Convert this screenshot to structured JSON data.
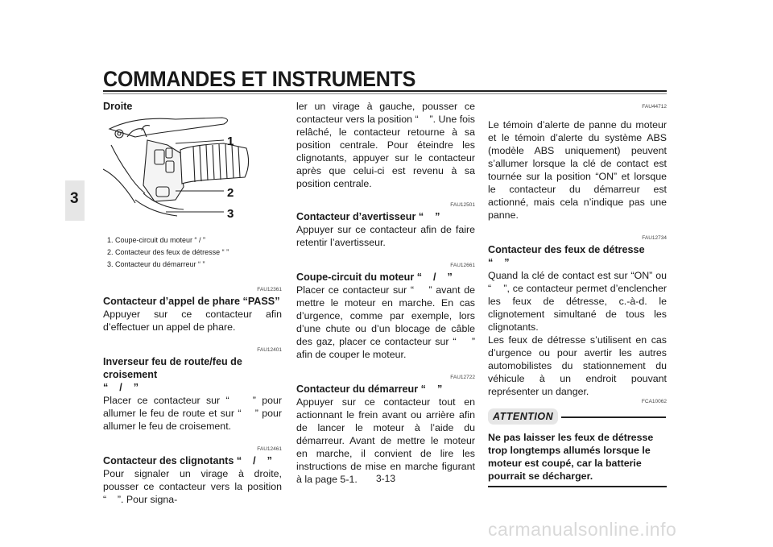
{
  "header": {
    "title": "COMMANDES ET INSTRUMENTS",
    "chapter_tab": "3"
  },
  "figure": {
    "heading": "Droite",
    "callouts": [
      "1",
      "2",
      "3"
    ],
    "captions": [
      "1. Coupe-circuit du moteur “ / ”",
      "2. Contacteur des feux de détresse “ ”",
      "3. Contacteur du démarreur “ ”"
    ]
  },
  "col1": {
    "s1_code": "FAU12361",
    "s1_title": "Contacteur d’appel de phare “PASS”",
    "s1_text": "Appuyer sur ce contacteur afin d’effectuer un appel de phare.",
    "s2_code": "FAU12401",
    "s2_title_a": "Inverseur feu de route/feu de croisement",
    "s2_title_b": "“    /    ”",
    "s2_text": "Placer ce contacteur sur “    ” pour allumer le feu de route et sur “    ” pour allumer le feu de croisement.",
    "s3_code": "FAU12461",
    "s3_title": "Contacteur des clignotants “    /    ”",
    "s3_text": "Pour signaler un virage à droite, pousser ce contacteur vers la position “    ”. Pour signa-"
  },
  "col2": {
    "cont_text": "ler un virage à gauche, pousser ce contacteur vers la position “    ”. Une fois relâché, le contacteur retourne à sa position centrale. Pour éteindre les clignotants, appuyer sur le contacteur après que celui-ci est revenu à sa position centrale.",
    "s1_code": "FAU12501",
    "s1_title": "Contacteur d’avertisseur “    ”",
    "s1_text": "Appuyer sur ce contacteur afin de faire retentir l’avertisseur.",
    "s2_code": "FAU12661",
    "s2_title": "Coupe-circuit du moteur “    /    ”",
    "s2_text": "Placer ce contacteur sur “    ” avant de mettre le moteur en marche. En cas d’urgence, comme par exemple, lors d’une chute ou d’un blocage de câble des gaz, placer ce contacteur sur “    ” afin de couper le moteur.",
    "s3_code": "FAU12722",
    "s3_title": "Contacteur du démarreur “    ”",
    "s3_text": "Appuyer sur ce contacteur tout en actionnant le frein avant ou arrière afin de lancer le moteur à l’aide du démarreur. Avant de mettre le moteur en marche, il convient de lire les instructions de mise en marche figurant à la page 5-1."
  },
  "col3": {
    "s1_code": "FAU44712",
    "s1_text": "Le témoin d’alerte de panne du moteur et le témoin d’alerte du système ABS (modèle ABS uniquement) peuvent s’allumer lorsque la clé de contact est tournée sur la position “ON” et lorsque le contacteur du démarreur est actionné, mais cela n’indique pas une panne.",
    "s2_code": "FAU12734",
    "s2_title": "Contacteur des feux de détresse “    ”",
    "s2_text": "Quand la clé de contact est sur “ON” ou “    ”, ce contacteur permet d’enclencher les feux de détresse, c.-à-d. le clignotement simultané de tous les clignotants.",
    "s2_text2": "Les feux de détresse s’utilisent en cas d’urgence ou pour avertir les autres automobilistes du stationnement du véhicule à un endroit pouvant représenter un danger.",
    "warn_code": "FCA10062",
    "warn_label": "ATTENTION",
    "warn_text": "Ne pas laisser les feux de détresse trop longtemps allumés lorsque le moteur est coupé, car la batterie pourrait se décharger."
  },
  "footer": {
    "page_number": "3-13",
    "watermark": "carmanualsonline.info"
  }
}
